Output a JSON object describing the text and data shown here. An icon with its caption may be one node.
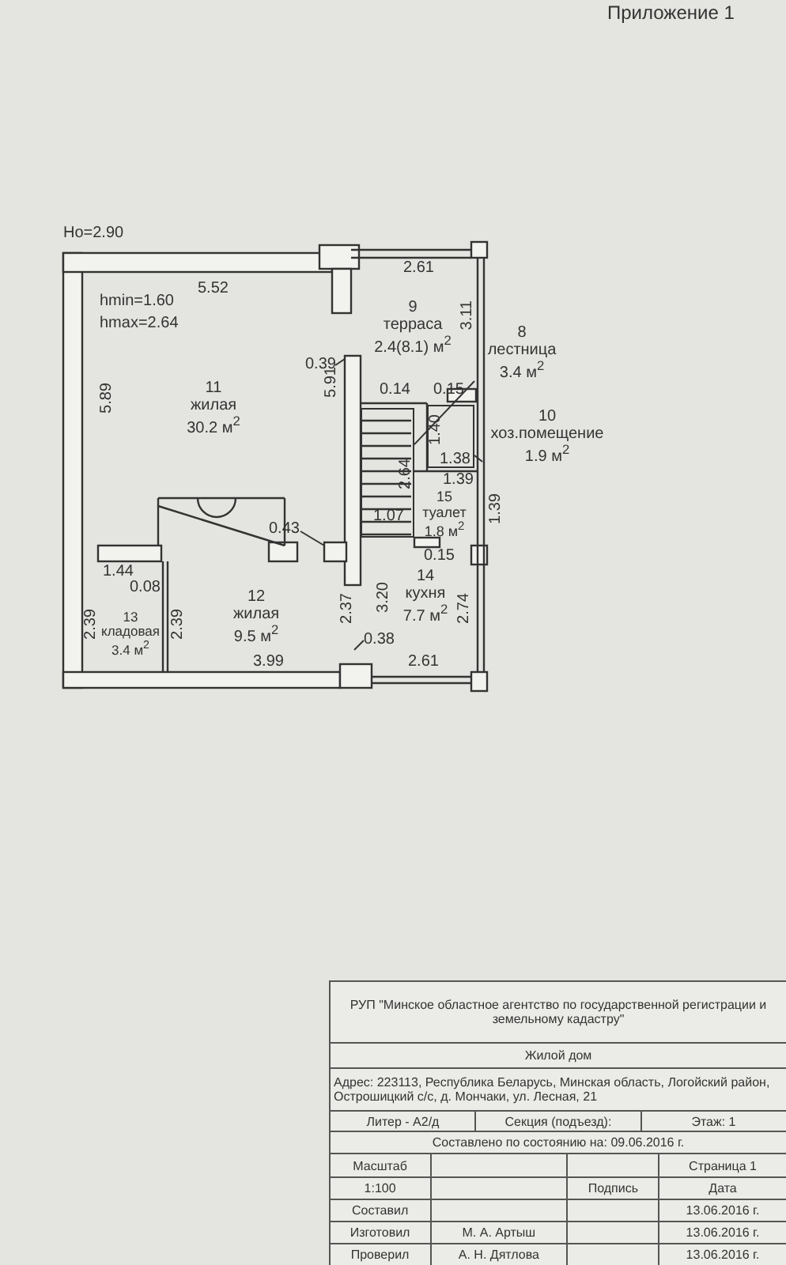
{
  "diagram": {
    "nodes": [
      {
        "text": [
          "11",
          "жилая",
          "30.2 м$^{2}$"
        ]
      },
      {
        "text": [
          "9",
          "терраса",
          "2.4(8.1) м$^{2}$"
        ]
      },
      {
        "text": [
          "8",
          "лестница",
          "3.4 м$^{2}$"
        ]
      },
      {
        "text": [],
        "shape": "box"
      },
      {
        "text": [
          "10",
          "хоз.помещение",
          "1.9 м$^{2}$"
        ]
      },
      {
        "text": [],
        "shape": "box"
      },
      {
        "text": [
          "15",
          "туалет",
          "1.8 м$^{2}$"
        ]
      },
      {
        "text": [
          "14",
          "кухня",
          "7.7 м$^{2}$"
        ]
      },
      {
        "text": [
          "12",
          "жилая",
          "9.5 м$^{2}$"
        ]
      },
      {
        "text": [
          "13",
          "кладовая",
          "3.4 м$^{2}$"
        ]
      }
    ],
    "edges": [
      {
        "from": 2,
        "to": 3,
        "arrow": "none"
      },
      {
        "from": 4,
        "to": 5,
        "arrow": "none"
      }
    ],
    "labels": [
      "Приложение 1",
      "Ho=2.90",
      "5.52",
      "2.61",
      "hmin=1.60",
      "hmax=2.64",
      "3.11",
      "0.39",
      "5.89",
      "5.91",
      "0.14",
      "0.15",
      "1.40",
      "1.38",
      "2.64",
      "1.39",
      "1.39",
      "1.07",
      "0.43",
      "0.15",
      "1.44",
      "2.39",
      "0.08",
      "2.39",
      "2.37",
      "3.20",
      "2.74",
      "0.38",
      "3.99",
      "2.61",
      "РУП \"Минское областное агентство по государственной регистрации и земельному кадастру\"",
      "Жилой дом",
      "Адрес: 223113, Республика Беларусь, Минская область, Логойский район, Острошицкий с/с, д. Мончаки, ул. Лесная, 21",
      "Литер - А2/д",
      "Секция (подъезд):",
      "Этаж: 1",
      "Составлено по состоянию на: 09.06.2016 г.",
      "Масштаб",
      "Страница 1",
      "1:100",
      "Подпись",
      "Дата",
      "Составил",
      "13.06.2016 г.",
      "Изготовил",
      "М. А. Артыш",
      "13.06.2016 г.",
      "Проверил",
      "А. Н. Дятлова",
      "13.06.2016 г."
    ]
  }
}
